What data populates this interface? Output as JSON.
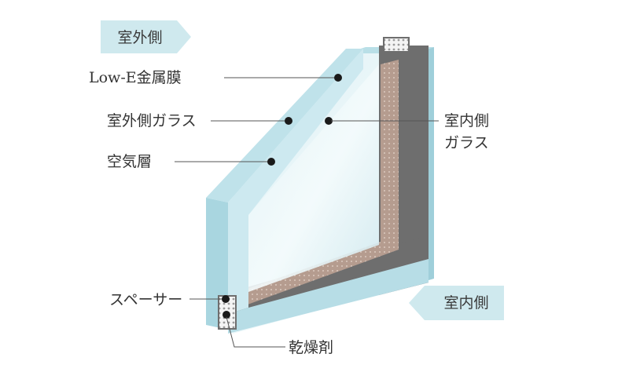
{
  "tags": {
    "outdoor": "室外側",
    "indoor": "室内側"
  },
  "labels": {
    "lowe": "Low-E金属膜",
    "outer_glass": "室外側ガラス",
    "air_layer": "空気層",
    "inner_glass_line1": "室内側",
    "inner_glass_line2": "ガラス",
    "spacer": "スペーサー",
    "desiccant": "乾燥剤"
  },
  "colors": {
    "tag_fill": "#cfe9ee",
    "glass_edge": "#a9d6e0",
    "glass_face": "#d9eef3",
    "spacer_frame": "#6e6e6e",
    "spacer_inner": "#b39a8e",
    "desiccant_fill": "#f2f2f2"
  }
}
